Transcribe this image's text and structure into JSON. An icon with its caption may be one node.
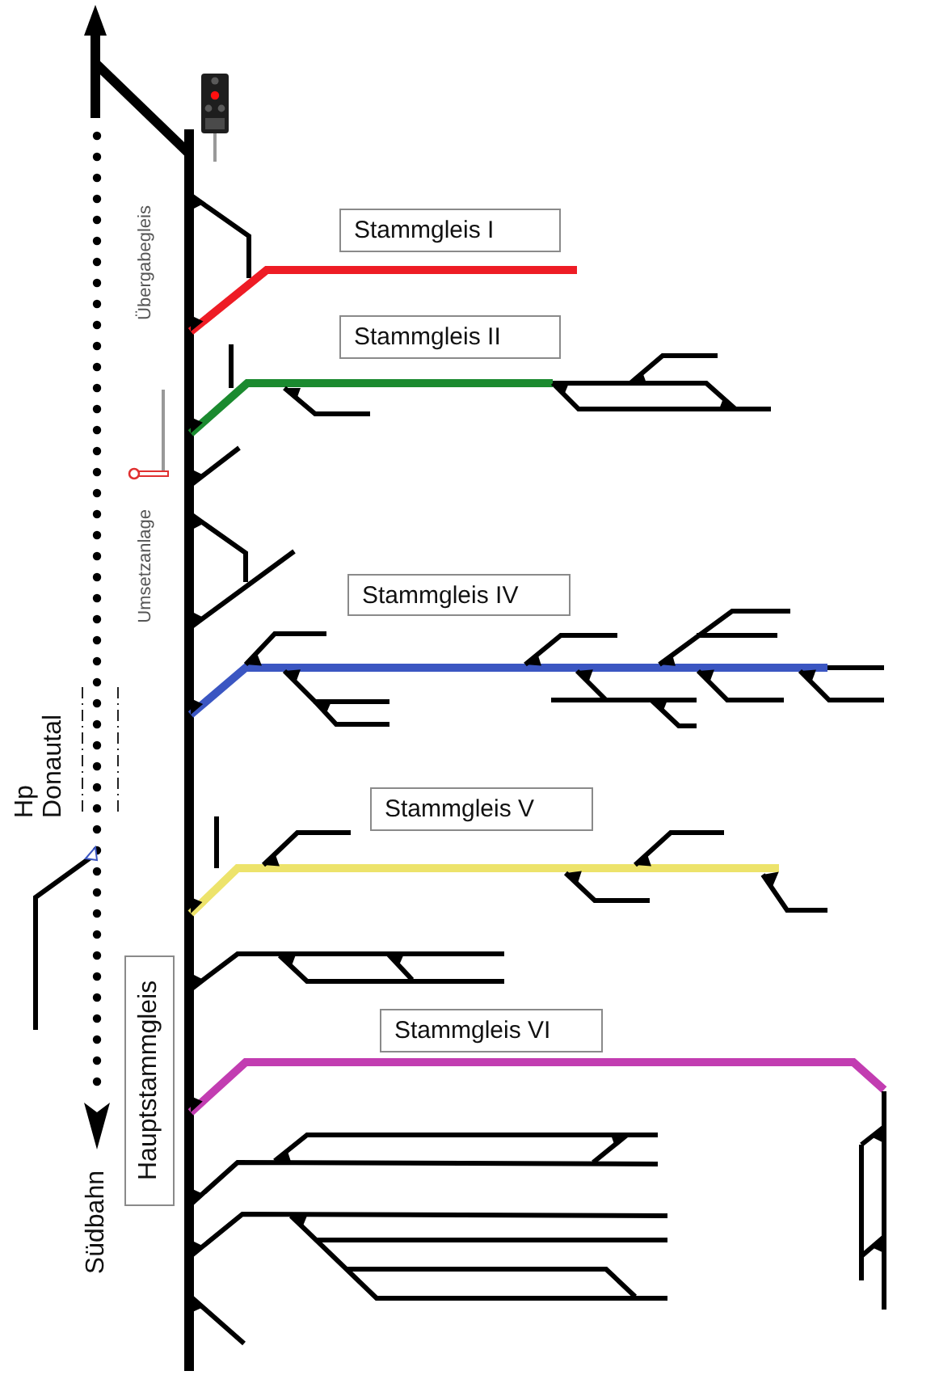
{
  "diagram": {
    "nodes": [
      {
        "text": [
          "Stammgleis I"
        ]
      },
      {
        "text": [
          "Stammgleis II"
        ]
      },
      {
        "text": [
          "Stammgleis IV"
        ]
      },
      {
        "text": [
          "Stammgleis V"
        ]
      },
      {
        "text": [
          "Hauptstammgleis"
        ]
      },
      {
        "text": [
          "Stammgleis VI"
        ]
      }
    ],
    "labels": [
      "Übergabegleis",
      "Umsetzanlage",
      "Hp Donautal",
      "Südbahn"
    ]
  }
}
